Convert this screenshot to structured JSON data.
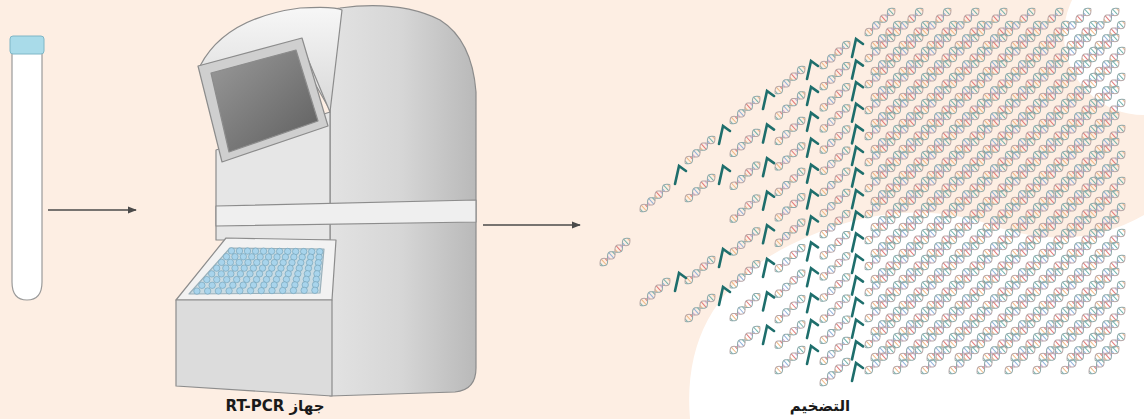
{
  "diagram": {
    "nodes": [
      {
        "text": [
          "جهاز RT-PCR"
        ]
      },
      {
        "text": [
          "التضخيم"
        ]
      }
    ],
    "edges": [
      {
        "from": 0,
        "to": 1,
        "arrow": "to"
      }
    ]
  }
}
